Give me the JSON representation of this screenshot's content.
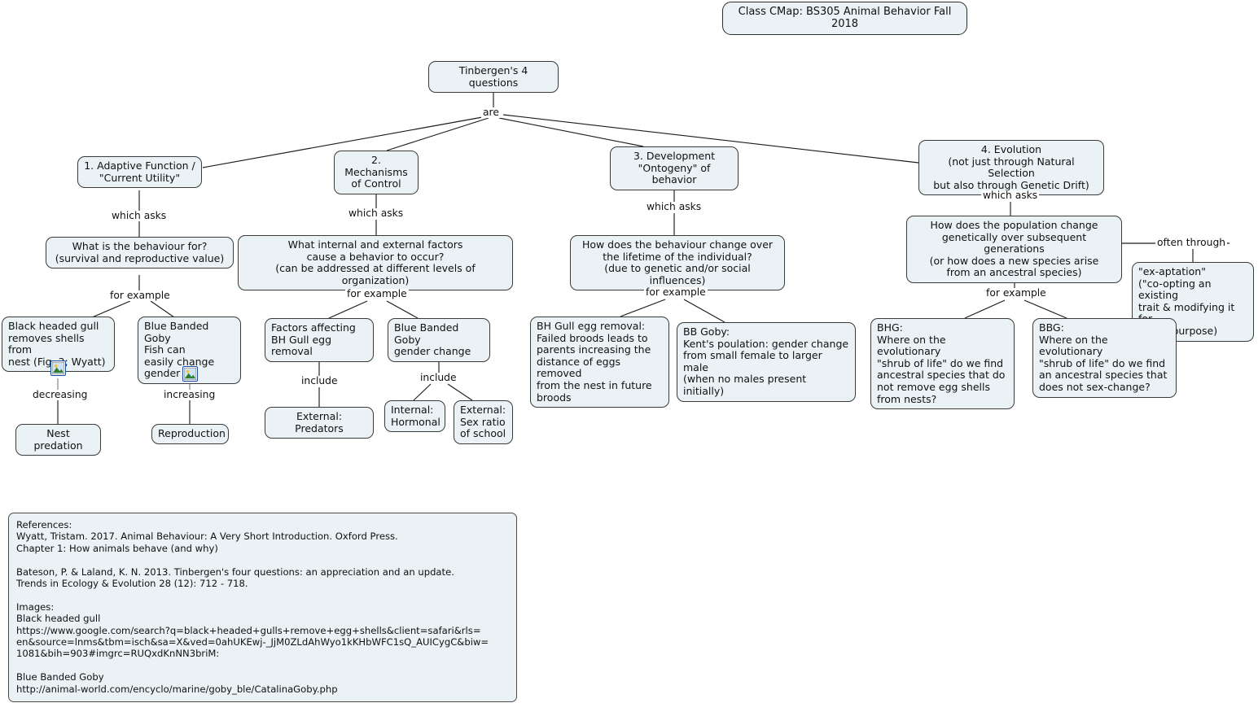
{
  "map": {
    "title_banner": "Class CMap:  BS305 Animal Behavior Fall 2018",
    "root": "Tinbergen's 4 questions",
    "root_link": "are"
  },
  "branches": {
    "b1": {
      "title": "1. Adaptive Function /\n\"Current Utility\"",
      "link_asks": "which asks",
      "question": "What is the behaviour for?\n(survival and reproductive value)",
      "link_example": "for example",
      "ex_left": "Black headed gull\nremoves shells from\n nest (Fig. 3; Wyatt)",
      "ex_right": "Blue Banded Goby\nFish can\neasily change\ngender",
      "link_left": "decreasing",
      "link_right": "increasing",
      "leaf_left": "Nest predation",
      "leaf_right": "Reproduction"
    },
    "b2": {
      "title": "2. Mechanisms\nof Control",
      "link_asks": "which asks",
      "question": "What internal and external factors\ncause a behavior to occur?\n(can be addressed at different levels of organization)",
      "link_example": "for example",
      "ex_left": "Factors affecting\nBH Gull egg removal",
      "ex_right": "Blue Banded Goby\ngender change",
      "link_left": "include",
      "link_right": "include",
      "leaf_left": "External: Predators",
      "leaf_mid": "Internal:\nHormonal",
      "leaf_right": "External:\nSex ratio\nof school"
    },
    "b3": {
      "title": "3.  Development\n\"Ontogeny\" of behavior",
      "link_asks": "which asks",
      "question": "How does the behaviour change over\nthe lifetime of the individual?\n(due to genetic and/or social influences)",
      "link_example": "for example",
      "ex_left": "BH Gull egg removal:\nFailed broods leads to\nparents increasing the\ndistance of eggs removed\nfrom the nest in future\nbroods",
      "ex_right": "BB Goby:\nKent's poulation: gender change\nfrom small female to larger male\n(when no males present initially)"
    },
    "b4": {
      "title": "4. Evolution\n(not just through Natural Selection\nbut also through Genetic Drift)",
      "link_asks": "which asks",
      "question": "How does the population change\ngenetically over subsequent generations\n(or how does a new species arise\nfrom an ancestral species)",
      "link_example": "for example",
      "link_often": "often through",
      "exaptation": "\"ex-aptation\"\n(\"co-opting an existing\ntrait & modifying it for\na new purpose)",
      "ex_left": "BHG:\nWhere on the evolutionary\n \"shrub of life\" do we find\nancestral species that do\nnot remove egg shells\nfrom nests?",
      "ex_right": "BBG:\nWhere on the evolutionary\n\"shrub of life\" do we find\nan ancestral species that\ndoes not sex-change?"
    }
  },
  "references": {
    "text": "References:\nWyatt, Tristam. 2017.  Animal Behaviour: A Very Short Introduction. Oxford Press.\nChapter 1:  How animals behave (and why)\n\nBateson, P. &  Laland, K. N. 2013.  Tinbergen's four questions: an appreciation and an update.\nTrends in Ecology & Evolution 28 (12): 712 - 718.\n\nImages:\nBlack headed gull\nhttps://www.google.com/search?q=black+headed+gulls+remove+egg+shells&client=safari&rls=\nen&source=lnms&tbm=isch&sa=X&ved=0ahUKEwj-_JjM0ZLdAhWyo1kKHbWFC1sQ_AUICygC&biw=\n1081&bih=903#imgrc=RUQxdKnNN3briM:\n\nBlue Banded Goby\nhttp://animal-world.com/encyclo/marine/goby_ble/CatalinaGoby.php"
  },
  "icons": {
    "image_attachment": "picture-icon"
  },
  "colors": {
    "node_fill": "#eaf2f5",
    "node_border": "#3a3a3a",
    "edge": "#1c1c1c",
    "background": "#ffffff",
    "badge_border": "#1c4fa1"
  }
}
